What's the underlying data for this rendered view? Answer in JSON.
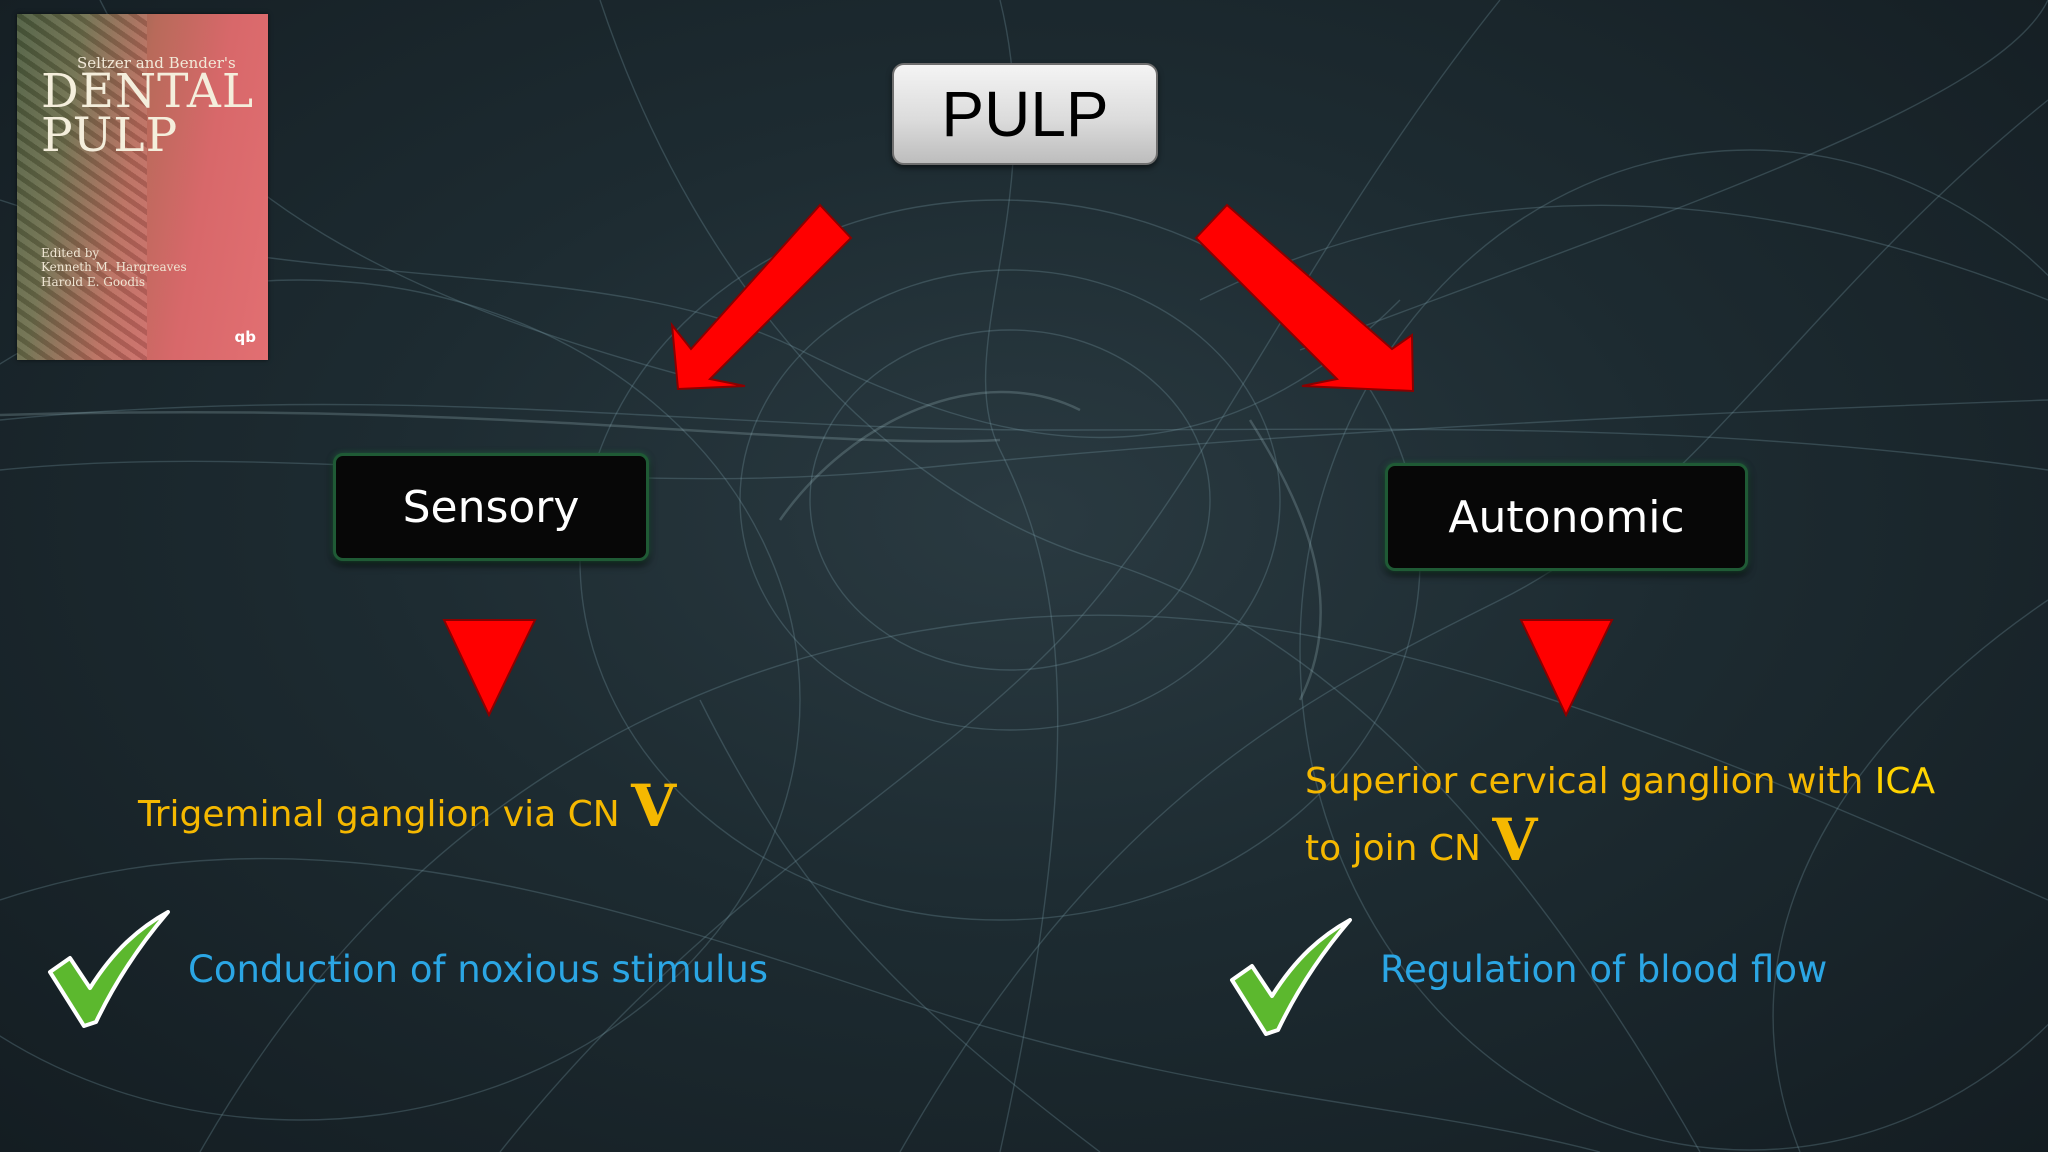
{
  "book_cover": {
    "editors_label": "Seltzer and Bender's",
    "title_line1": "DENTAL",
    "title_line2": "PULP",
    "edited_by": "Edited by",
    "editor_1": "Kenneth M. Hargreaves",
    "editor_2": "Harold E. Goodis",
    "publisher_logo": "qb"
  },
  "diagram": {
    "root_label": "PULP",
    "left_branch": {
      "label": "Sensory",
      "detail_text": "Trigeminal ganglion via CN ",
      "detail_roman": "V",
      "function": "Conduction of noxious stimulus"
    },
    "right_branch": {
      "label": "Autonomic",
      "detail_line1_text": "Superior cervical ganglion with ",
      "detail_line1_highlight": "ICA",
      "detail_line2_text": "to join CN ",
      "detail_line2_roman": "V",
      "function": "Regulation of blood flow"
    }
  },
  "colors": {
    "arrow": "#ff0000",
    "detail_text": "#f5b800",
    "function_text": "#2ba6e4",
    "check": "#5cb82e",
    "box_border": "#1f5a35"
  },
  "icons": [
    "arrow-down-left-icon",
    "arrow-down-right-icon",
    "triangle-down-icon",
    "checkmark-icon"
  ]
}
